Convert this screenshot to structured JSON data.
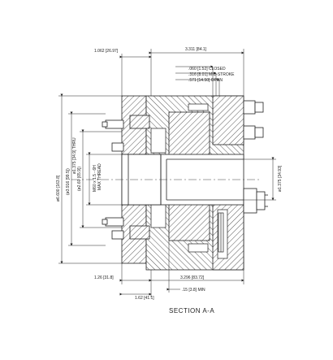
{
  "drawing": {
    "caption": "SECTION  A-A",
    "dimensions": {
      "top_left": "1.062 [26.97]",
      "top_right": "3.311 [84.1]",
      "stroke_closed": ".060 [1.52] CLOSED",
      "stroke_mid": ".316 [8.01] MID-STROKE",
      "stroke_open": ".571 [14.50] OPEN",
      "left_outer": "ø6.600 [163.8]",
      "left_second": "(ø3.916 [99.5])",
      "left_third": "(ø2.60 [65.9])",
      "thru_left": "ø1.375 [34.9] THRU",
      "thread": "M60 x 1.5 - 6H",
      "max_thread": "MAX THREAD",
      "right_bore": "ø1.375 [34.93]",
      "bottom_left": "1.26 [31.8]",
      "bottom_right": "3.296 [83.72]",
      "bottom_sub": "1.62 [41.1]",
      "bottom_min": ".15 [3.8] MIN"
    }
  }
}
